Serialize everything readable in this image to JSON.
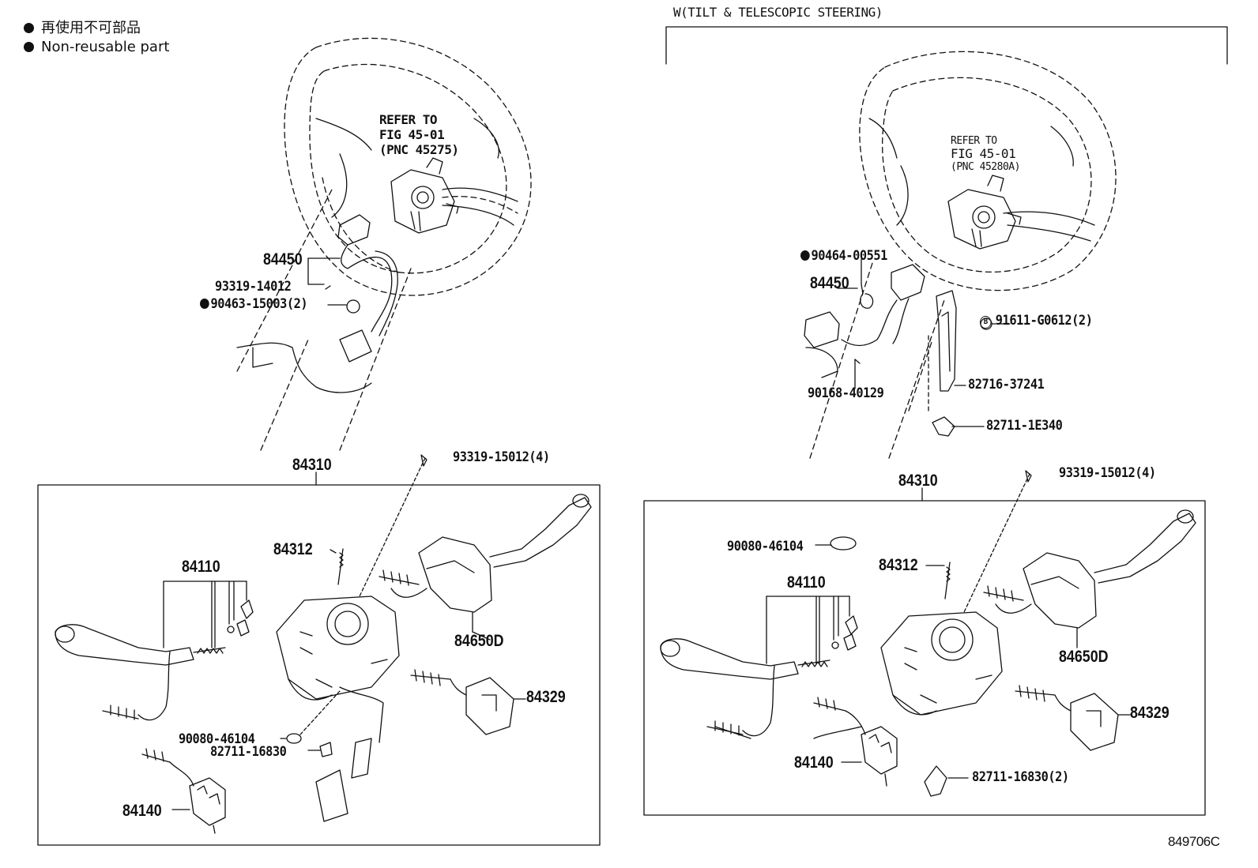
{
  "legend": {
    "jp": "再使用不可部品",
    "en": "Non-reusable part"
  },
  "right_title": "W(TILT & TELESCOPIC STEERING)",
  "figure_code": "849706C",
  "left": {
    "refer": [
      "REFER TO",
      "FIG 45-01",
      "(PNC 45275)"
    ],
    "parts": {
      "p84450": "84450",
      "p93319_14012": "93319-14012",
      "p90463_15003": "90463-15003(2)",
      "p84310": "84310",
      "p93319_15012": "93319-15012(4)",
      "p84312": "84312",
      "p84110": "84110",
      "p84650D": "84650D",
      "p84329": "84329",
      "p90080_46104": "90080-46104",
      "p82711_16830": "82711-16830",
      "p84140": "84140"
    }
  },
  "right": {
    "refer": [
      "REFER TO",
      "FIG 45-01",
      "(PNC 45280A)"
    ],
    "parts": {
      "p90464_00551": "90464-00551",
      "p84450": "84450",
      "p91611_G0612": "91611-G0612(2)",
      "p82716_37241": "82716-37241",
      "p90168_40129": "90168-40129",
      "p82711_1E340": "82711-1E340",
      "p84310": "84310",
      "p93319_15012": "93319-15012(4)",
      "p90080_46104": "90080-46104",
      "p84312": "84312",
      "p84110": "84110",
      "p84650D": "84650D",
      "p84329": "84329",
      "p84140": "84140",
      "p82711_16830": "82711-16830(2)"
    }
  },
  "b_marker": "B"
}
